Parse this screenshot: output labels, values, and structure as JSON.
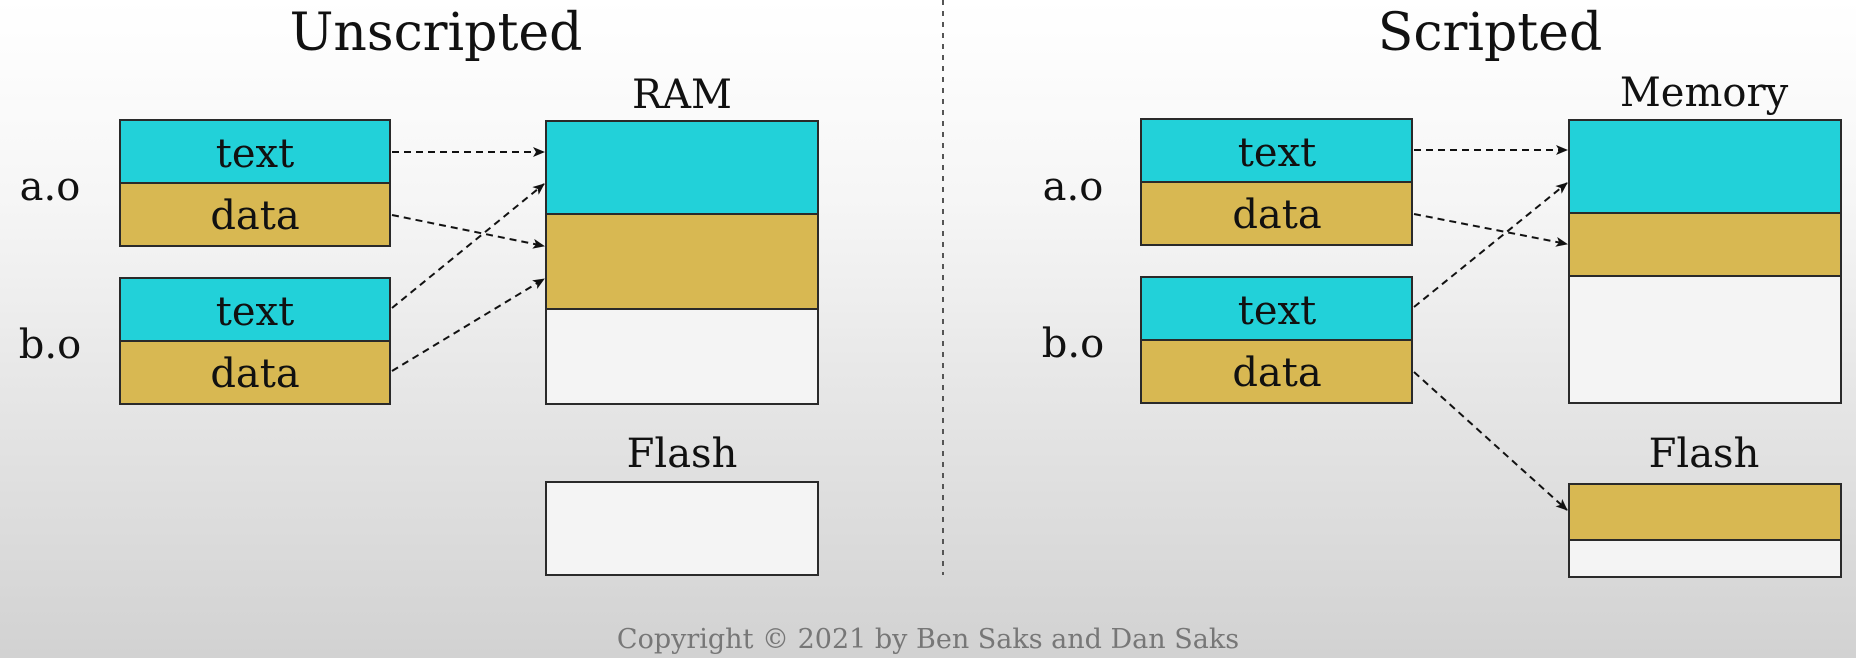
{
  "colors": {
    "text_segment": "#22d1d9",
    "data_segment": "#d8b852",
    "empty": "#f4f4f4",
    "outline": "#2a2a2a"
  },
  "left": {
    "title": "Unscripted",
    "modules": [
      {
        "name": "a.o",
        "text_label": "text",
        "data_label": "data"
      },
      {
        "name": "b.o",
        "text_label": "text",
        "data_label": "data"
      }
    ],
    "ram_label": "RAM",
    "flash_label": "Flash"
  },
  "right": {
    "title": "Scripted",
    "modules": [
      {
        "name": "a.o",
        "text_label": "text",
        "data_label": "data"
      },
      {
        "name": "b.o",
        "text_label": "text",
        "data_label": "data"
      }
    ],
    "memory_label": "Memory",
    "flash_label": "Flash"
  },
  "footer": {
    "copyright": "Copyright © 2021 by Ben Saks and Dan Saks"
  }
}
